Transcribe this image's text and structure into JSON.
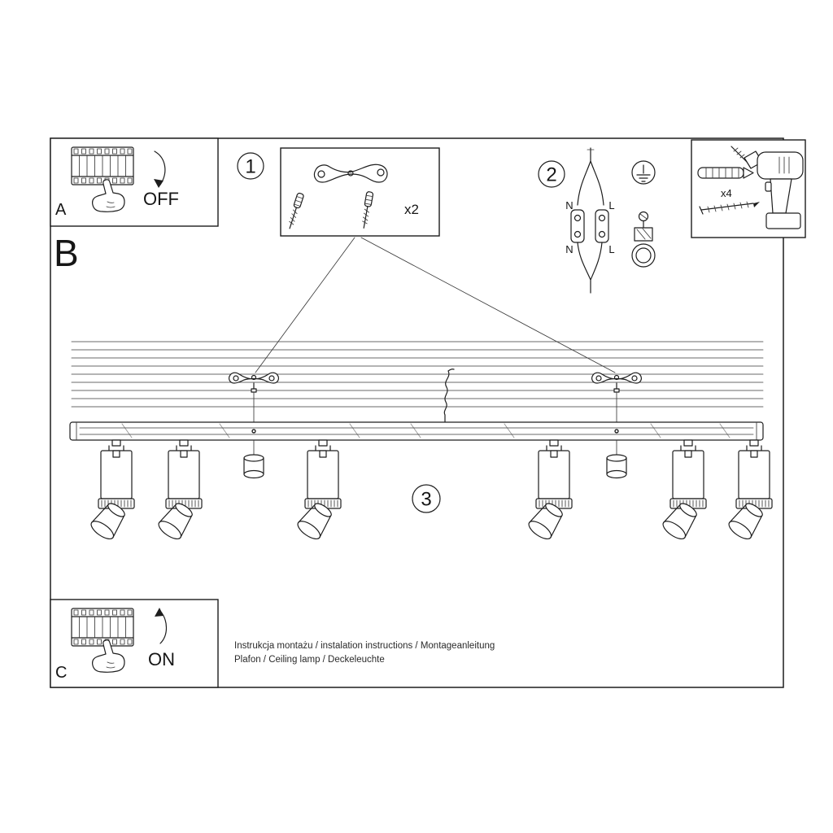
{
  "labels": {
    "panel_a": "A",
    "panel_b": "B",
    "panel_c": "C"
  },
  "steps": {
    "one": "1",
    "two": "2",
    "three": "3"
  },
  "power": {
    "off": "OFF",
    "on": "ON"
  },
  "quantities": {
    "brackets": "x2",
    "anchors": "x4"
  },
  "wiring": {
    "top_n": "N",
    "top_l": "L",
    "bottom_n": "N",
    "bottom_l": "L"
  },
  "footer": {
    "line1": "Instrukcja montażu / instalation instructions / Montageanleitung",
    "line2": "Plafon / Ceiling lamp / Deckeleuchte"
  }
}
